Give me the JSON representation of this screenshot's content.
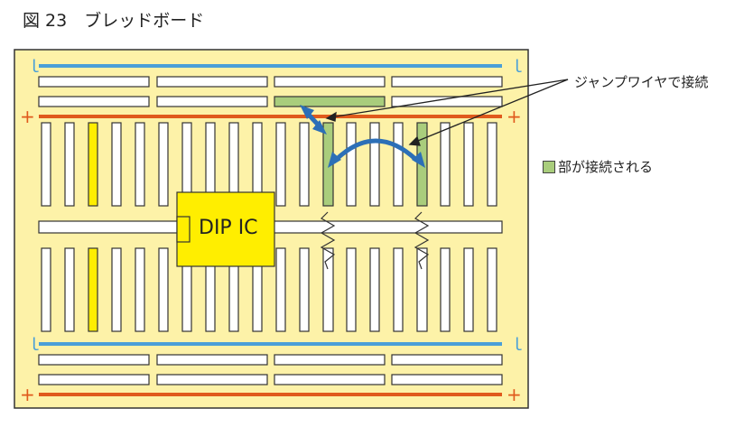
{
  "title": "図 23　ブレッドボード",
  "jumper_label": "ジャンプワイヤで接続",
  "legend_text": "部が接続される",
  "ic_label": "DIP IC",
  "rail_symbols": {
    "minus": "ｌ",
    "plus": "+"
  },
  "colors": {
    "board": "#fdf2a8",
    "strip": "#ffffff",
    "connected": "#a9cd7c",
    "highlight": "#ffee00",
    "ic": "#ffee00",
    "rail_minus": "#4a9fd8",
    "rail_plus": "#e05a1c",
    "arrow": "#2c6fb7"
  },
  "icons": [
    "double-arrow-icon",
    "pointer-arrow-icon",
    "zigzag-break-icon"
  ]
}
